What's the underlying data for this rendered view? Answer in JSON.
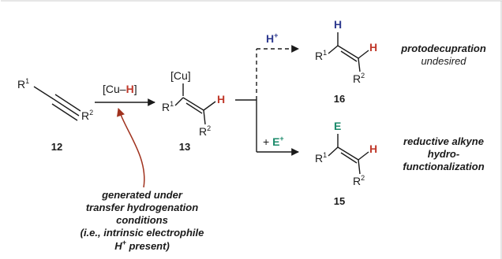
{
  "compounds": {
    "alkyne": {
      "r1": "R",
      "r1_sup": "1",
      "r2": "R",
      "r2_sup": "2",
      "number": "12"
    },
    "vinylcopper": {
      "cu": "[Cu]",
      "r1": "R",
      "r1_sup": "1",
      "h": "H",
      "r2": "R",
      "r2_sup": "2",
      "number": "13"
    },
    "alkene_h": {
      "h_top": "H",
      "r1": "R",
      "r1_sup": "1",
      "h": "H",
      "r2": "R",
      "r2_sup": "2",
      "number": "16"
    },
    "alkene_e": {
      "e_top": "E",
      "r1": "R",
      "r1_sup": "1",
      "h": "H",
      "r2": "R",
      "r2_sup": "2",
      "number": "15"
    }
  },
  "reagents": {
    "cuh_prefix": "[Cu–",
    "cuh_h": "H",
    "cuh_suffix": "]",
    "proton": "H",
    "proton_sup": "+",
    "electrophile_prefix": "+ ",
    "electrophile": "E",
    "electrophile_sup": "+"
  },
  "outcomes": {
    "protodecupration_title": "protodecupration",
    "protodecupration_note": "undesired",
    "functionalization_line1": "reductive alkyne",
    "functionalization_line2": "hydro-",
    "functionalization_line3": "functionalization"
  },
  "annotation": {
    "line1": "generated under",
    "line2": "transfer hydrogenation",
    "line3": "conditions",
    "line4": "(i.e., intrinsic electrophile",
    "line5_h": "H",
    "line5_sup": "+",
    "line5_rest": " present)"
  },
  "colors": {
    "hydride_red": "#c0392b",
    "proton_blue": "#2e3a8f",
    "electrophile_teal": "#1a8a6a",
    "frame": "#cccccc"
  }
}
